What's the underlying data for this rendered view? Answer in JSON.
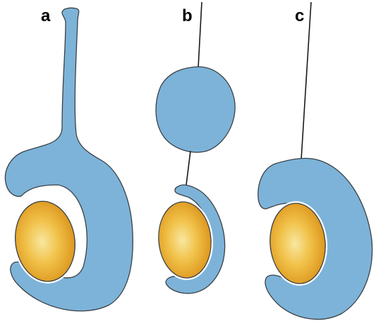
{
  "panels": [
    {
      "label": "a"
    },
    {
      "label": "b"
    },
    {
      "label": "c"
    }
  ],
  "colors": {
    "tissue_fill": "#7db3d8",
    "outline": "#3a4148",
    "wire": "#1a1a1a",
    "nucleus_outer": "#d98f16",
    "nucleus_inner": "#f8e7a0",
    "nucleus_halo": "#ffffff",
    "background": "#ffffff"
  }
}
